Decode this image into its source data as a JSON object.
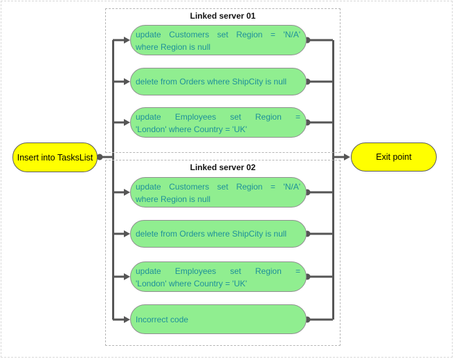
{
  "diagram": {
    "start_node": {
      "label": "Insert into TasksList"
    },
    "exit_node": {
      "label": "Exit point"
    },
    "groups": [
      {
        "title": "Linked server 01",
        "tasks": [
          {
            "lines": [
              "update Customers set Region = 'N/A'",
              "where Region is null"
            ]
          },
          {
            "lines": [
              "delete from Orders where ShipCity is null"
            ]
          },
          {
            "lines": [
              "update Employees set Region =",
              "'London' where Country = 'UK'"
            ]
          }
        ]
      },
      {
        "title": "Linked server 02",
        "tasks": [
          {
            "lines": [
              "update Customers set Region = 'N/A'",
              "where Region is null"
            ]
          },
          {
            "lines": [
              "delete from Orders where ShipCity is null"
            ]
          },
          {
            "lines": [
              "update Employees set Region =",
              "'London' where Country = 'UK'"
            ]
          },
          {
            "lines": [
              "Incorrect code"
            ]
          }
        ]
      }
    ],
    "colors": {
      "task_fill": "#90ee90",
      "task_border": "#8f8f8f",
      "task_text": "#1e9099",
      "endpoint_fill": "#ffff00",
      "endpoint_border": "#5a5a5a",
      "endpoint_text": "#000000",
      "connector": "#555555",
      "group_border": "#b5b5b5",
      "outer_border": "#d8d8d8"
    }
  }
}
